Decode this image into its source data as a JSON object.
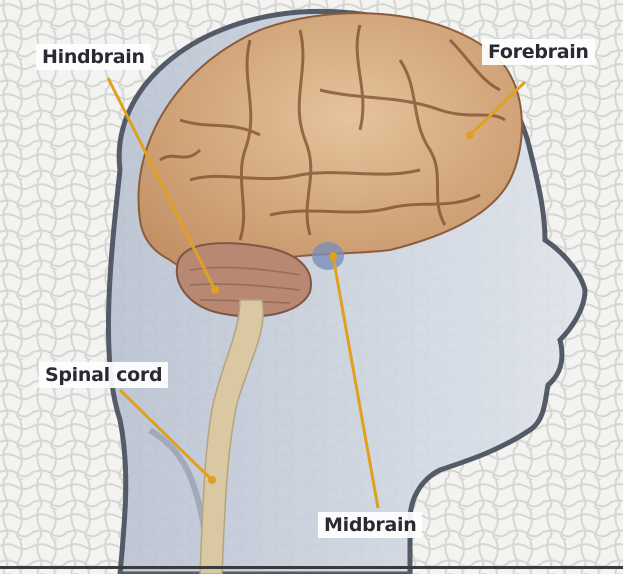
{
  "labels": {
    "hindbrain": "Hindbrain",
    "forebrain": "Forebrain",
    "spinal_cord": "Spinal cord",
    "midbrain": "Midbrain"
  },
  "colors": {
    "background": "#f4f4f2",
    "tile_lines": "#d9d9d6",
    "head_fill": "#d7dce6",
    "head_outline": "#4a5060",
    "cerebrum": "#d4ac82",
    "cerebrum_shadow": "#9c6a44",
    "cerebellum": "#b98c74",
    "brainstem": "#d8c9a8",
    "pointer": "#e0a020"
  }
}
